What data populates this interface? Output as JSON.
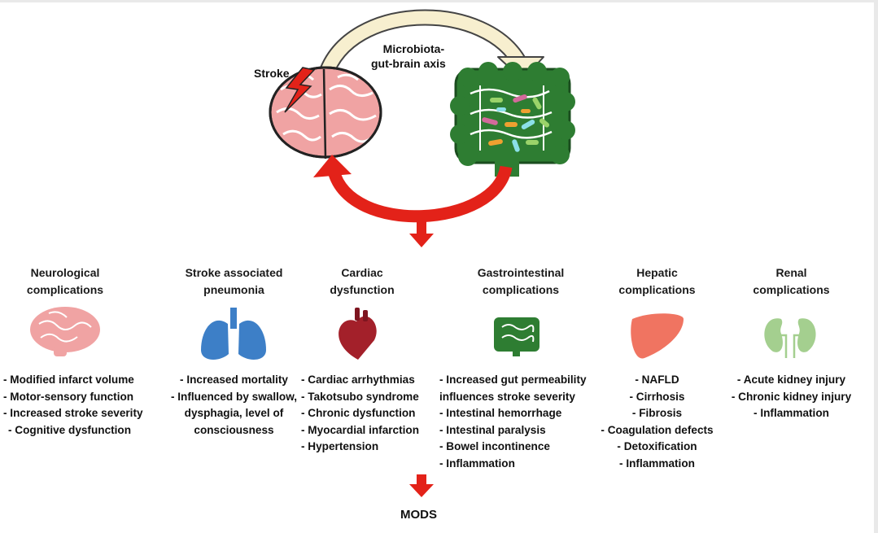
{
  "diagram": {
    "stroke_label": "Stroke",
    "axis_label_line1": "Microbiota-",
    "axis_label_line2": "gut-brain axis",
    "outcome_label": "MODS",
    "colors": {
      "brain_pink": "#f0a3a3",
      "gut_green": "#2e7d32",
      "red_arrow": "#e32219",
      "cream_arrow": "#f7efcf",
      "lung_blue": "#3d7fc7",
      "heart_red": "#a3202a",
      "liver_salmon": "#f07461",
      "kidney_green": "#a4cf8f"
    },
    "columns": [
      {
        "header": [
          "Neurological",
          "complications"
        ],
        "icon": "brain-icon",
        "items": [
          "- Modified infarct volume",
          "- Motor-sensory function",
          "- Increased stroke severity",
          "- Cognitive dysfunction"
        ]
      },
      {
        "header": [
          "Stroke associated",
          "pneumonia"
        ],
        "icon": "lungs-icon",
        "items": [
          "- Increased mortality",
          "- Influenced by swallow,",
          "dysphagia, level of",
          "consciousness"
        ]
      },
      {
        "header": [
          "Cardiac",
          "dysfunction"
        ],
        "icon": "heart-icon",
        "items": [
          "- Cardiac arrhythmias",
          "- Takotsubo syndrome",
          "- Chronic dysfunction",
          "- Myocardial infarction",
          "- Hypertension"
        ]
      },
      {
        "header": [
          "Gastrointestinal",
          "complications"
        ],
        "icon": "intestine-icon",
        "items": [
          "- Increased gut permeability",
          "influences stroke severity",
          "- Intestinal hemorrhage",
          "- Intestinal paralysis",
          "- Bowel incontinence",
          "- Inflammation"
        ]
      },
      {
        "header": [
          "Hepatic",
          "complications"
        ],
        "icon": "liver-icon",
        "items": [
          "- NAFLD",
          "- Cirrhosis",
          "- Fibrosis",
          "- Coagulation defects",
          "- Detoxification",
          "- Inflammation"
        ]
      },
      {
        "header": [
          "Renal",
          "complications"
        ],
        "icon": "kidneys-icon",
        "items": [
          "- Acute kidney injury",
          "- Chronic kidney injury",
          "- Inflammation"
        ]
      }
    ]
  }
}
